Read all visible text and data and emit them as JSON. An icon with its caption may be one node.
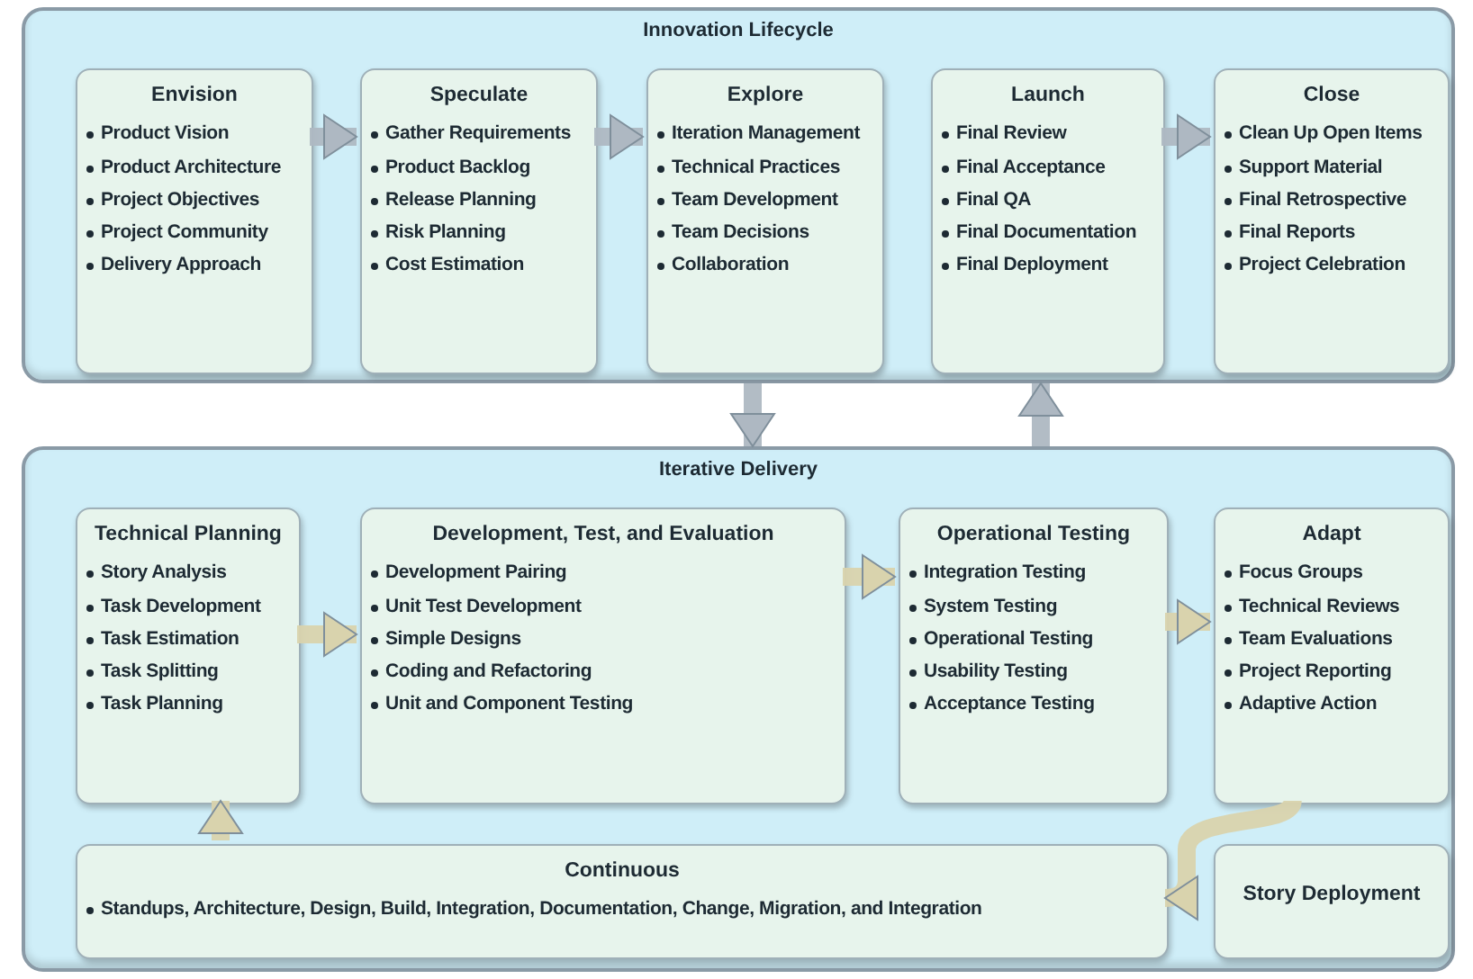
{
  "diagram": {
    "nodes": [
      {
        "text": [
          "Innovation Lifecycle"
        ]
      },
      {
        "text": [
          "Envision",
          "Product Vision",
          "Product Architecture",
          "Project Objectives",
          "Project Community",
          "Delivery Approach"
        ],
        "in": 0
      },
      {
        "text": [
          "Speculate",
          "Gather Requirements",
          "Product Backlog",
          "Release Planning",
          "Risk Planning",
          "Cost Estimation"
        ],
        "in": 0
      },
      {
        "text": [
          "Explore",
          "Iteration Management",
          "Technical Practices",
          "Team Development",
          "Team Decisions",
          "Collaboration"
        ],
        "in": 0
      },
      {
        "text": [
          "Launch",
          "Final Review",
          "Final Acceptance",
          "Final QA",
          "Final Documentation",
          "Final Deployment"
        ],
        "in": 0
      },
      {
        "text": [
          "Close",
          "Clean Up Open Items",
          "Support Material",
          "Final Retrospective",
          "Final Reports",
          "Project Celebration"
        ],
        "in": 0
      },
      {
        "text": [
          "Iterative Delivery"
        ]
      },
      {
        "text": [
          "Technical Planning",
          "Story Analysis",
          "Task Development",
          "Task Estimation",
          "Task Splitting",
          "Task Planning"
        ],
        "in": 6
      },
      {
        "text": [
          "Development, Test, and Evaluation",
          "Development Pairing",
          "Unit Test Development",
          "Simple Designs",
          "Coding and Refactoring",
          "Unit and Component Testing"
        ],
        "in": 6
      },
      {
        "text": [
          "Operational Testing",
          "Integration Testing",
          "System Testing",
          "Operational Testing",
          "Usability Testing",
          "Acceptance Testing"
        ],
        "in": 6
      },
      {
        "text": [
          "Adapt",
          "Focus Groups",
          "Technical Reviews",
          "Team Evaluations",
          "Project Reporting",
          "Adaptive Action"
        ],
        "in": 6
      },
      {
        "text": [
          "Continuous",
          "Standups, Architecture, Design, Build, Integration, Documentation, Change, Migration, and Integration"
        ],
        "in": 6
      },
      {
        "text": [
          "Story Deployment"
        ],
        "in": 6
      }
    ],
    "edges": [
      {
        "from": 1,
        "to": 2,
        "arrow": "to"
      },
      {
        "from": 2,
        "to": 3,
        "arrow": "to"
      },
      {
        "from": 4,
        "to": 5,
        "arrow": "to"
      },
      {
        "from": 0,
        "to": 6,
        "arrow": "to"
      },
      {
        "from": 6,
        "to": 0,
        "arrow": "to"
      },
      {
        "from": 7,
        "to": 8,
        "arrow": "to",
        "color": "#d9d3ad"
      },
      {
        "from": 8,
        "to": 9,
        "arrow": "to",
        "color": "#d9d3ad"
      },
      {
        "from": 9,
        "to": 10,
        "arrow": "to",
        "color": "#d9d3ad"
      },
      {
        "from": 10,
        "to": 11,
        "arrow": "to",
        "color": "#d9d3ad"
      },
      {
        "from": 11,
        "to": 7,
        "arrow": "to",
        "color": "#d9d3ad"
      }
    ]
  }
}
